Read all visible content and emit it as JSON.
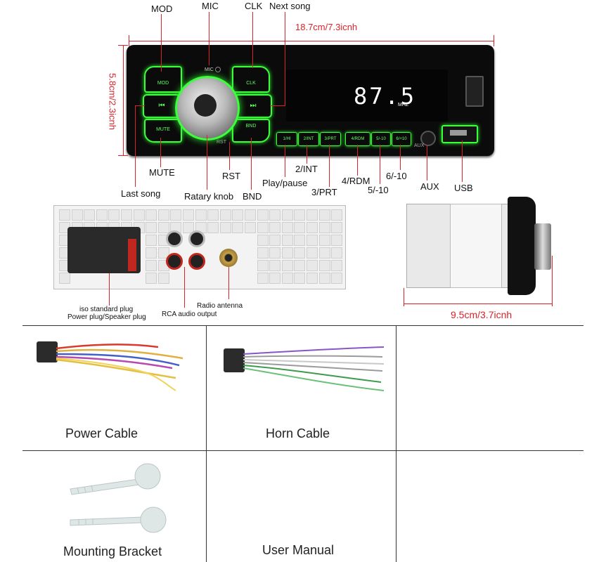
{
  "labels": {
    "mod": "MOD",
    "mic": "MIC",
    "clk": "CLK",
    "next_song": "Next song",
    "mute": "MUTE",
    "last_song": "Last song",
    "rotary_knob": "Ratary knob",
    "rst": "RST",
    "bnd": "BND",
    "play_pause": "Play/pause",
    "int": "2/INT",
    "prt": "3/PRT",
    "rdm": "4/RDM",
    "minus10": "5/-10",
    "plus10": "6/-10",
    "aux": "AUX",
    "usb": "USB"
  },
  "dimensions": {
    "width": "18.7cm/7.3icnh",
    "height": "5.8cm/2.3icnh",
    "depth": "9.5cm/3.7icnh"
  },
  "faceplate": {
    "mod": "MOD",
    "mic": "MIC",
    "clk": "CLK",
    "mute": "MUTE",
    "bnd": "BND",
    "rst": "RST",
    "frequency": "87.5",
    "unit": "MHZ",
    "presets": [
      "1/HI",
      "2/INT",
      "3/PRT",
      "4/RDM",
      "5/-10",
      "6/+10"
    ],
    "aux": "AUX"
  },
  "back_labels": {
    "iso_plug": "iso standard plug",
    "power_plug": "Power plug/Speaker plug",
    "rca": "RCA audio output",
    "antenna": "Radio antenna"
  },
  "items": [
    {
      "label": "Power Cable"
    },
    {
      "label": "Horn Cable"
    },
    {
      "label": ""
    },
    {
      "label": "Mounting Bracket"
    },
    {
      "label": "User Manual"
    },
    {
      "label": ""
    }
  ],
  "colors": {
    "accent": "#d8232a",
    "button_glow": "#3cff3c"
  }
}
